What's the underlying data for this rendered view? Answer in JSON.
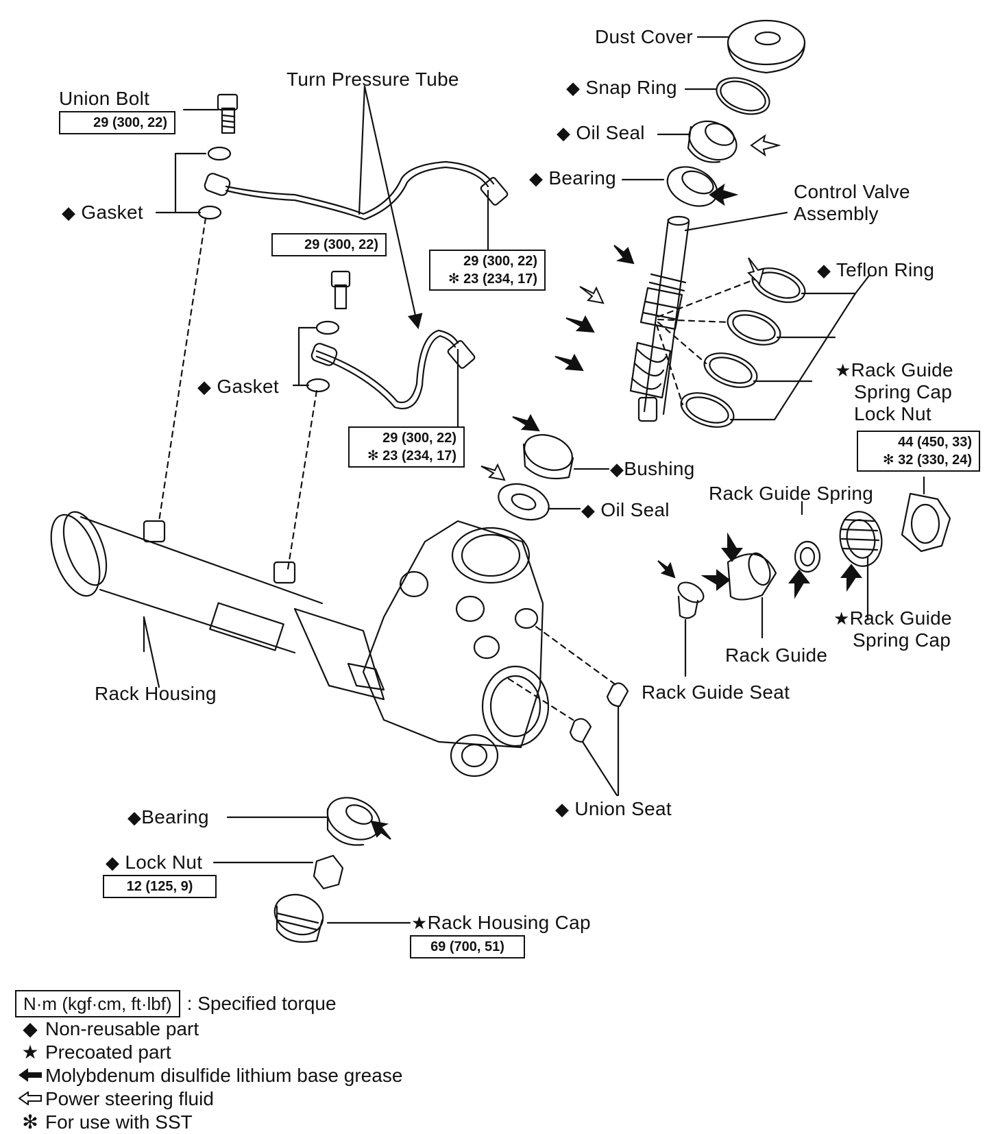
{
  "labels": {
    "dust_cover": "Dust Cover",
    "snap_ring": "Snap Ring",
    "oil_seal_top": "Oil Seal",
    "bearing_top": "Bearing",
    "control_valve": [
      "Control Valve",
      "Assembly"
    ],
    "teflon_ring": "Teflon Ring",
    "turn_pressure_tube": "Turn Pressure Tube",
    "union_bolt": "Union Bolt",
    "gasket_1": "Gasket",
    "gasket_2": "Gasket",
    "rack_guide_spring_cap_lock_nut": [
      "Rack Guide",
      "Spring Cap",
      "Lock Nut"
    ],
    "bushing": "Bushing",
    "oil_seal_mid": "Oil Seal",
    "rack_guide_spring": "Rack Guide Spring",
    "rack_guide_spring_cap": [
      "Rack Guide",
      "Spring Cap"
    ],
    "rack_guide": "Rack Guide",
    "rack_guide_seat": "Rack Guide Seat",
    "rack_housing": "Rack Housing",
    "union_seat": "Union Seat",
    "bearing_bottom": "Bearing",
    "lock_nut": "Lock Nut",
    "rack_housing_cap": "Rack Housing Cap"
  },
  "torques": {
    "union_bolt": [
      "29 (300, 22)"
    ],
    "mid_bolt": [
      "29 (300, 22)"
    ],
    "tube_upper": [
      "29 (300, 22)",
      "23 (234, 17)"
    ],
    "tube_lower": [
      "29 (300, 22)",
      "23 (234, 17)"
    ],
    "spring_cap_lock_nut": [
      "44 (450, 33)",
      "32 (330, 24)"
    ],
    "lock_nut": [
      "12 (125, 9)"
    ],
    "rack_housing_cap": [
      "69 (700, 51)"
    ]
  },
  "symbols": {
    "non_reusable": "◆",
    "precoated": "★",
    "sst": "✻",
    "grease": "arrow-solid-icon",
    "fluid": "arrow-hollow-icon"
  },
  "legend": {
    "torque_unit": "N·m (kgf·cm, ft·lbf)",
    "torque_desc": ": Specified torque",
    "non_reusable": "Non-reusable part",
    "precoated": "Precoated part",
    "grease": "Molybdenum disulfide lithium base grease",
    "fluid": "Power steering fluid",
    "sst": "For use with SST"
  }
}
